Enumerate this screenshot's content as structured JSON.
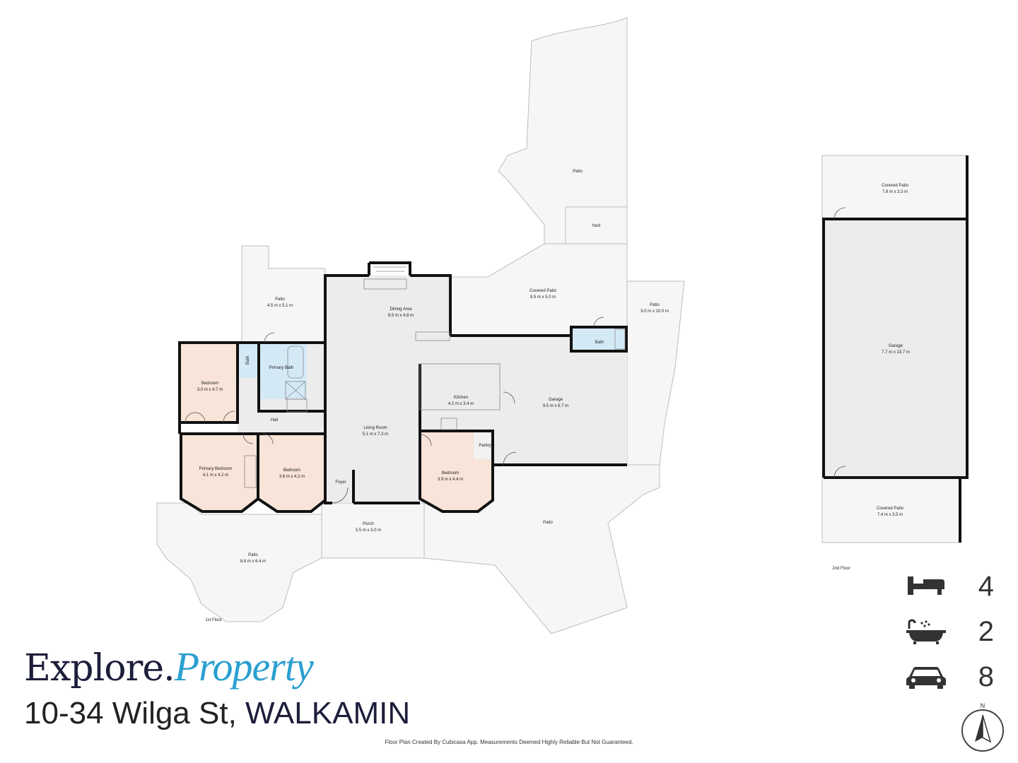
{
  "floors": {
    "first": "1st Floor",
    "second": "2nd Floor"
  },
  "rooms": {
    "patio_top": {
      "name": "Patio"
    },
    "yard": {
      "name": "Yard"
    },
    "patio_left": {
      "name": "Patio",
      "dims": "4.5 m x 5.1 m"
    },
    "dining": {
      "name": "Dining Area",
      "dims": "6.5 m x 4.8 m"
    },
    "covered_patio": {
      "name": "Covered Patio",
      "dims": "9.5 m x 5.0 m"
    },
    "patio_right": {
      "name": "Patio",
      "dims": "3.0 m x 10.0 m"
    },
    "bath_small": {
      "name": "Bath"
    },
    "bath_left": {
      "name": "Bath"
    },
    "primary_bath": {
      "name": "Primary Bath"
    },
    "bedroom_1": {
      "name": "Bedroom",
      "dims": "3.0 m x 4.7 m"
    },
    "kitchen": {
      "name": "Kitchen",
      "dims": "4.2 m x 3.4 m"
    },
    "garage_main": {
      "name": "Garage",
      "dims": "9.5 m x 6.7 m"
    },
    "hall": {
      "name": "Hall"
    },
    "living": {
      "name": "Living Room",
      "dims": "5.1 m x 7.3 m"
    },
    "pantry": {
      "name": "Pantry"
    },
    "primary_bedroom": {
      "name": "Primary Bedroom",
      "dims": "4.1 m x 4.2 m"
    },
    "bedroom_2": {
      "name": "Bedroom",
      "dims": "3.6 m x 4.2 m"
    },
    "bedroom_3": {
      "name": "Bedroom",
      "dims": "3.9 m x 4.4 m"
    },
    "foyer": {
      "name": "Foyer"
    },
    "porch": {
      "name": "Porch",
      "dims": "5.5 m x 3.0 m"
    },
    "patio_bottom": {
      "name": "Patio"
    },
    "patio_bottom_left": {
      "name": "Patio",
      "dims": "8.8 m x 6.4 m"
    },
    "covered_patio_top": {
      "name": "Covered Patio",
      "dims": "7.8 m x 3.3 m"
    },
    "garage_2": {
      "name": "Garage",
      "dims": "7.7 m x 13.7 m"
    },
    "covered_patio_bottom": {
      "name": "Covered Patio",
      "dims": "7.4 m x 3.5 m"
    }
  },
  "brand": {
    "part1": "Explore.",
    "part2": "Property"
  },
  "address": {
    "street": "10-34 Wilga St, ",
    "suburb": "WALKAMIN"
  },
  "stats": {
    "bedrooms": "4",
    "bathrooms": "2",
    "parking": "8"
  },
  "icons": {
    "bed": "bed-icon",
    "bath": "bathtub-icon",
    "car": "car-icon",
    "compass": "north-compass-icon"
  },
  "compass_label": "N",
  "footer": "Floor Plan Created By Cubicasa App. Measurements Deemed Highly Reliable But Not Guaranteed.",
  "colors": {
    "wall": "#111111",
    "outdoor": "#f6f6f6",
    "indoor": "#ececec",
    "bedroom": "#f8e4d8",
    "bathroom": "#d4e9f6",
    "brand_dark": "#1d1e3a",
    "brand_blue": "#2a9fd0"
  }
}
